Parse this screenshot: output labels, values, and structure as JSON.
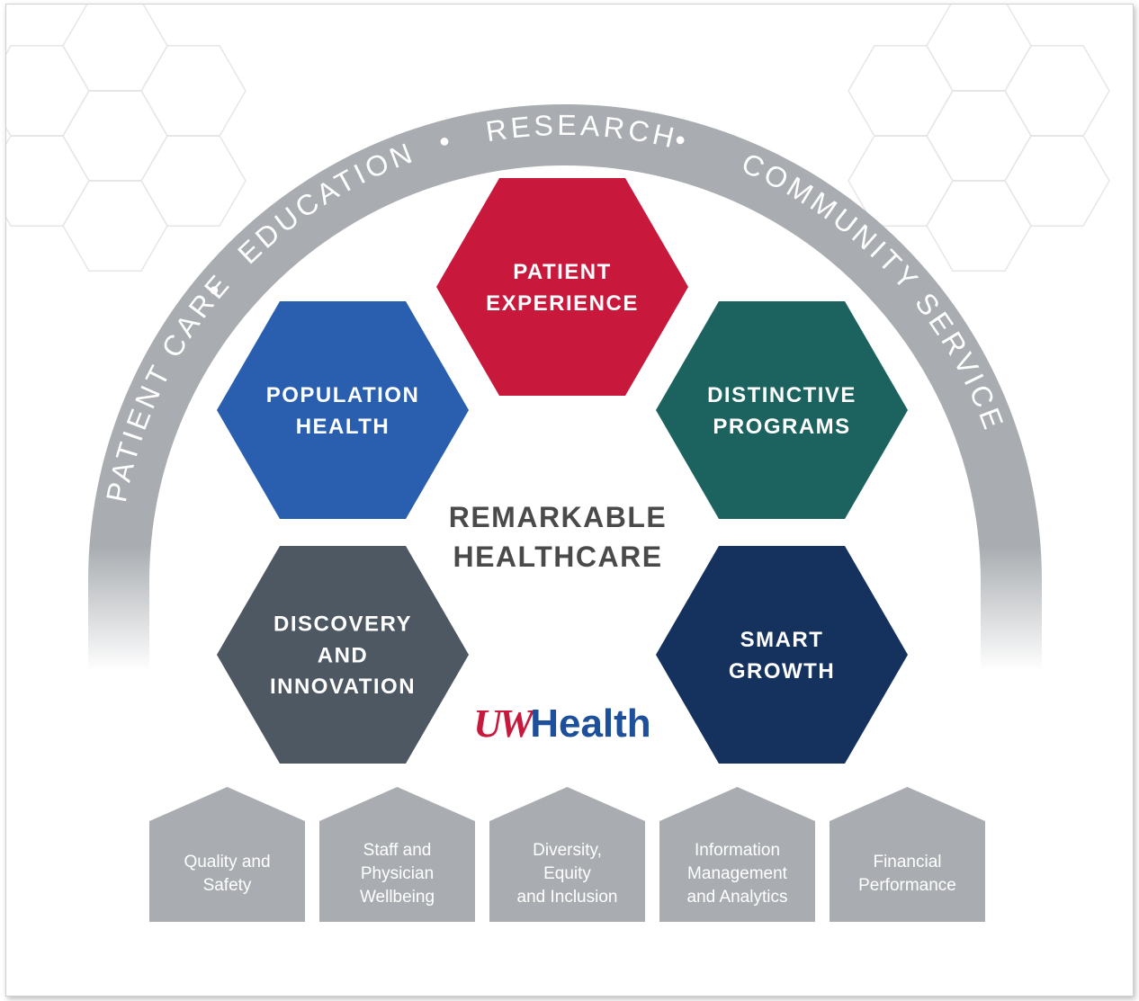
{
  "arc_segments": [
    {
      "label": "PATIENT CARE"
    },
    {
      "label": "EDUCATION"
    },
    {
      "label": "RESEARCH"
    },
    {
      "label": "COMMUNITY SERVICE"
    }
  ],
  "arc_separator": "•",
  "hexagons": [
    {
      "id": "patient-experience",
      "lines": [
        "PATIENT",
        "EXPERIENCE"
      ],
      "color": "#c8193d"
    },
    {
      "id": "population-health",
      "lines": [
        "POPULATION",
        "HEALTH"
      ],
      "color": "#2a5fb0"
    },
    {
      "id": "distinctive-programs",
      "lines": [
        "DISTINCTIVE",
        "PROGRAMS"
      ],
      "color": "#1c6360"
    },
    {
      "id": "discovery-innovation",
      "lines": [
        "DISCOVERY",
        "AND",
        "INNOVATION"
      ],
      "color": "#4e5863"
    },
    {
      "id": "smart-growth",
      "lines": [
        "SMART",
        "GROWTH"
      ],
      "color": "#15325f"
    }
  ],
  "center": {
    "lines": [
      "REMARKABLE",
      "HEALTHCARE"
    ],
    "color": "#4a4a4a"
  },
  "logo": {
    "uw": "UW",
    "health": "Health",
    "uw_color": "#c8193d",
    "health_color": "#1d4f9a"
  },
  "foundations": [
    {
      "lines": [
        "Quality and",
        "Safety"
      ]
    },
    {
      "lines": [
        "Staff and",
        "Physician",
        "Wellbeing"
      ]
    },
    {
      "lines": [
        "Diversity,",
        "Equity",
        "and Inclusion"
      ]
    },
    {
      "lines": [
        "Information",
        "Management",
        "and Analytics"
      ]
    },
    {
      "lines": [
        "Financial",
        "Performance"
      ]
    }
  ],
  "colors": {
    "arc": "#a9adb1",
    "foundation": "#a9adb1",
    "pattern": "#e4e6e8"
  }
}
